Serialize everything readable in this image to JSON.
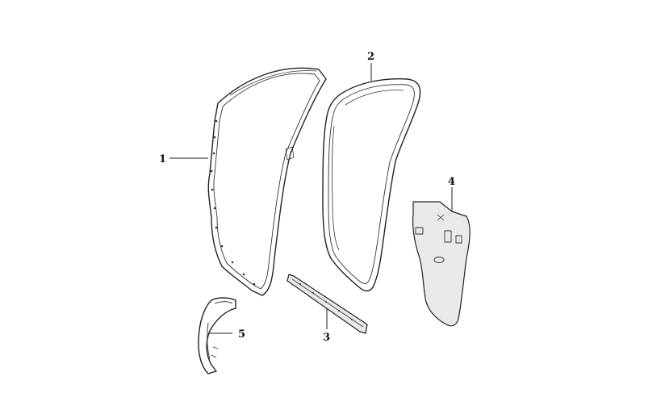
{
  "callouts": [
    {
      "id": "1",
      "label": "1"
    },
    {
      "id": "2",
      "label": "2"
    },
    {
      "id": "3",
      "label": "3"
    },
    {
      "id": "4",
      "label": "4"
    },
    {
      "id": "5",
      "label": "5"
    }
  ],
  "parts": [
    {
      "callout": "1",
      "icon": "door-frame-seal-icon"
    },
    {
      "callout": "2",
      "icon": "door-body-seal-icon"
    },
    {
      "callout": "3",
      "icon": "window-channel-strip-icon"
    },
    {
      "callout": "4",
      "icon": "moisture-barrier-sheet-icon"
    },
    {
      "callout": "5",
      "icon": "corner-seal-piece-icon"
    }
  ]
}
